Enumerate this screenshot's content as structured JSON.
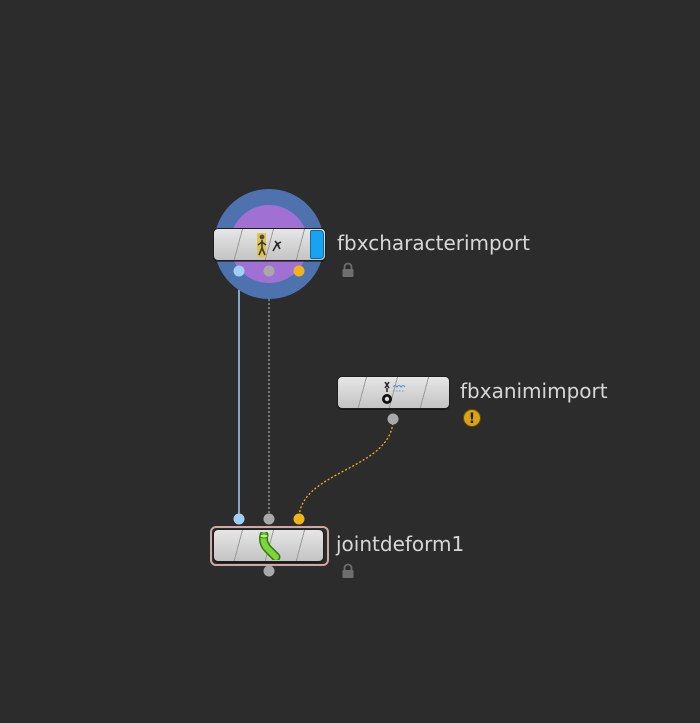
{
  "network": {
    "nodes": [
      {
        "name": "fbxcharacterimport",
        "display_flag": true,
        "selected": false,
        "locked": true,
        "warning": false,
        "icon": "character-rig-icon"
      },
      {
        "name": "fbxanimimport",
        "display_flag": false,
        "selected": false,
        "locked": false,
        "warning": true,
        "icon": "animation-clip-icon"
      },
      {
        "name": "jointdeform1",
        "display_flag": false,
        "selected": true,
        "locked": true,
        "warning": false,
        "icon": "bend-tube-icon"
      }
    ],
    "connections": [
      {
        "from": "fbxcharacterimport",
        "output": 0,
        "to": "jointdeform1",
        "input": 0,
        "color": "#9fcff5",
        "style": "solid"
      },
      {
        "from": "fbxcharacterimport",
        "output": 1,
        "to": "jointdeform1",
        "input": 1,
        "color": "#a9a9a9",
        "style": "dotted"
      },
      {
        "from": "fbxanimimport",
        "output": 0,
        "to": "jointdeform1",
        "input": 2,
        "color": "#f2b21c",
        "style": "dotted"
      }
    ],
    "colors": {
      "background": "#2c2c2c",
      "display_flag": "#17a3f0",
      "halo_outer": "#4d72ad",
      "halo_inner": "#a071d3",
      "warning": "#d9a21b"
    }
  }
}
